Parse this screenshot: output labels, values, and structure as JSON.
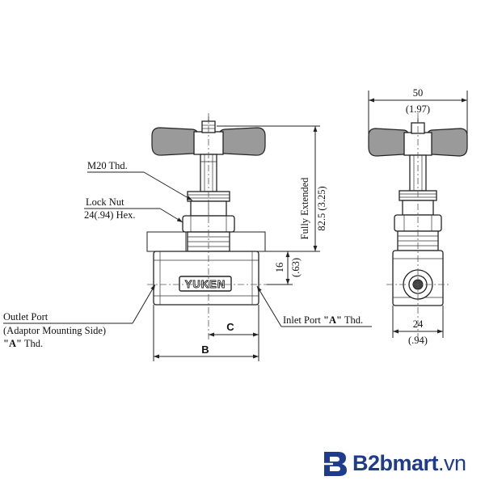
{
  "labels": {
    "m20": "M20 Thd.",
    "lock_nut_1": "Lock Nut",
    "lock_nut_2": "24(.94) Hex.",
    "outlet_1": "Outlet Port",
    "outlet_2": "(Adaptor Mounting Side)",
    "outlet_3a": "\"A\"",
    "outlet_3b": " Thd.",
    "inlet_a": "Inlet Port ",
    "inlet_b": "\"A\"",
    "inlet_c": " Thd.",
    "dim_c": "C",
    "dim_b": "B",
    "dim_16": "16",
    "dim_16_in": "(.63)",
    "fully_extended": "Fully Extended",
    "dim_82": "82.5 (3.25)",
    "dim_50": "50",
    "dim_50_in": "(1.97)",
    "dim_24": "24",
    "dim_24_in": "(.94)",
    "body_brand": "YUKEN"
  },
  "watermark": {
    "brand": "B2bmart",
    "suffix": ".vn",
    "color": "#1f3b8c"
  }
}
